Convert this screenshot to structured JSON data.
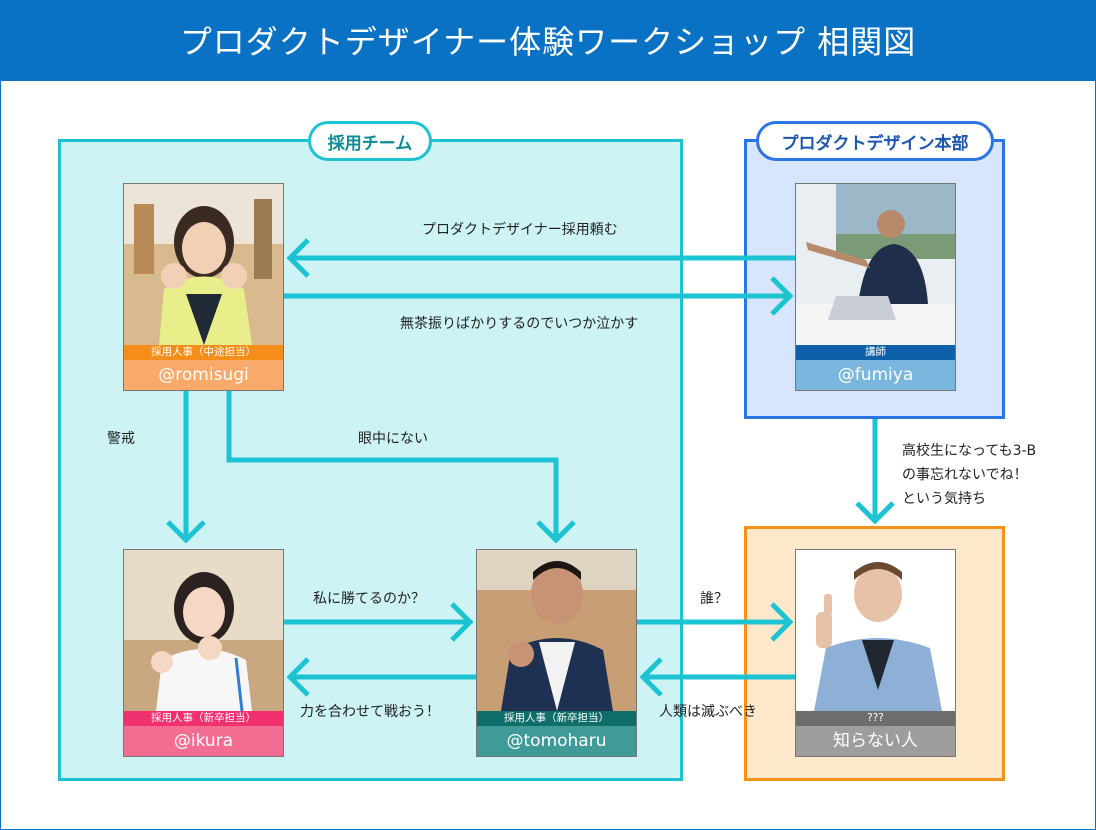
{
  "title": "プロダクトデザイナー体験ワークショップ 相関図",
  "groups": {
    "recruit": "採用チーム",
    "design": "プロダクトデザイン本部"
  },
  "people": {
    "romisugi": {
      "role": "採用人事（中途担当）",
      "handle": "@romisugi"
    },
    "fumiya": {
      "role": "講師",
      "handle": "@fumiya"
    },
    "ikura": {
      "role": "採用人事（新卒担当）",
      "handle": "@ikura"
    },
    "tomoharu": {
      "role": "採用人事（新卒担当）",
      "handle": "@tomoharu"
    },
    "unknown": {
      "role": "???",
      "handle": "知らない人"
    }
  },
  "relations": {
    "fumiya_to_romisugi": "プロダクトデザイナー採用頼む",
    "romisugi_to_fumiya": "無茶振りばかりするのでいつか泣かす",
    "romisugi_to_ikura": "警戒",
    "romisugi_to_tomoharu": "眼中にない",
    "fumiya_to_unknown": [
      "高校生になっても3-B",
      "の事忘れないでね！",
      "という気持ち"
    ],
    "ikura_to_tomoharu": "私に勝てるのか？",
    "tomoharu_to_ikura": "力を合わせて戦おう！",
    "tomoharu_to_unknown": "誰？",
    "unknown_to_tomoharu": "人類は滅ぶべき"
  },
  "colors": {
    "header": "#0a72c4",
    "recruit_border": "#1cc3d2",
    "recruit_fill": "#cdf3f5",
    "design_border": "#2a74e3",
    "design_fill": "#d7e6fd",
    "unknown_border": "#f39216",
    "unknown_fill": "#fde8cb",
    "arrow": "#1cc3d2"
  }
}
